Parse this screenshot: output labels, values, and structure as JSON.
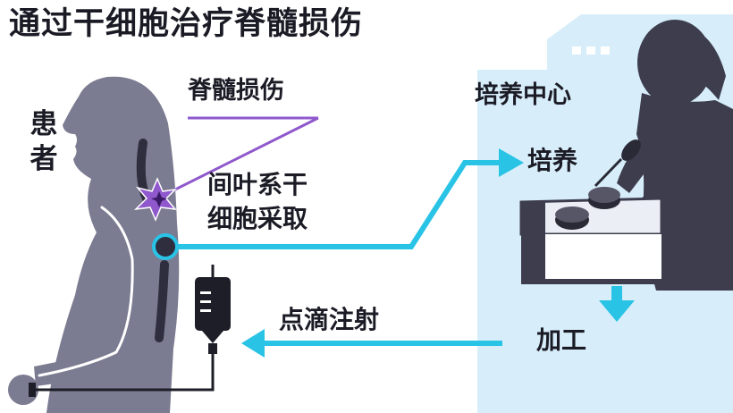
{
  "title": "通过干细胞治疗脊髓损伤",
  "patient_label": "患者",
  "injury_label": "脊髓损伤",
  "harvest_label": [
    "间叶系干",
    "细胞采取"
  ],
  "infusion_label": "点滴注射",
  "culture_center_label": "培养中心",
  "culture_label": "培养",
  "processing_label": "加工",
  "colors": {
    "figure": "#7b7b91",
    "figure_dark": "#2e2e3e",
    "accent_cyan": "#29c3e6",
    "injury_purple": "#8f58cc",
    "lab_bg": "#d7eefa",
    "lab_silhouette": "#3d3d4e",
    "text": "#1b1b26"
  }
}
